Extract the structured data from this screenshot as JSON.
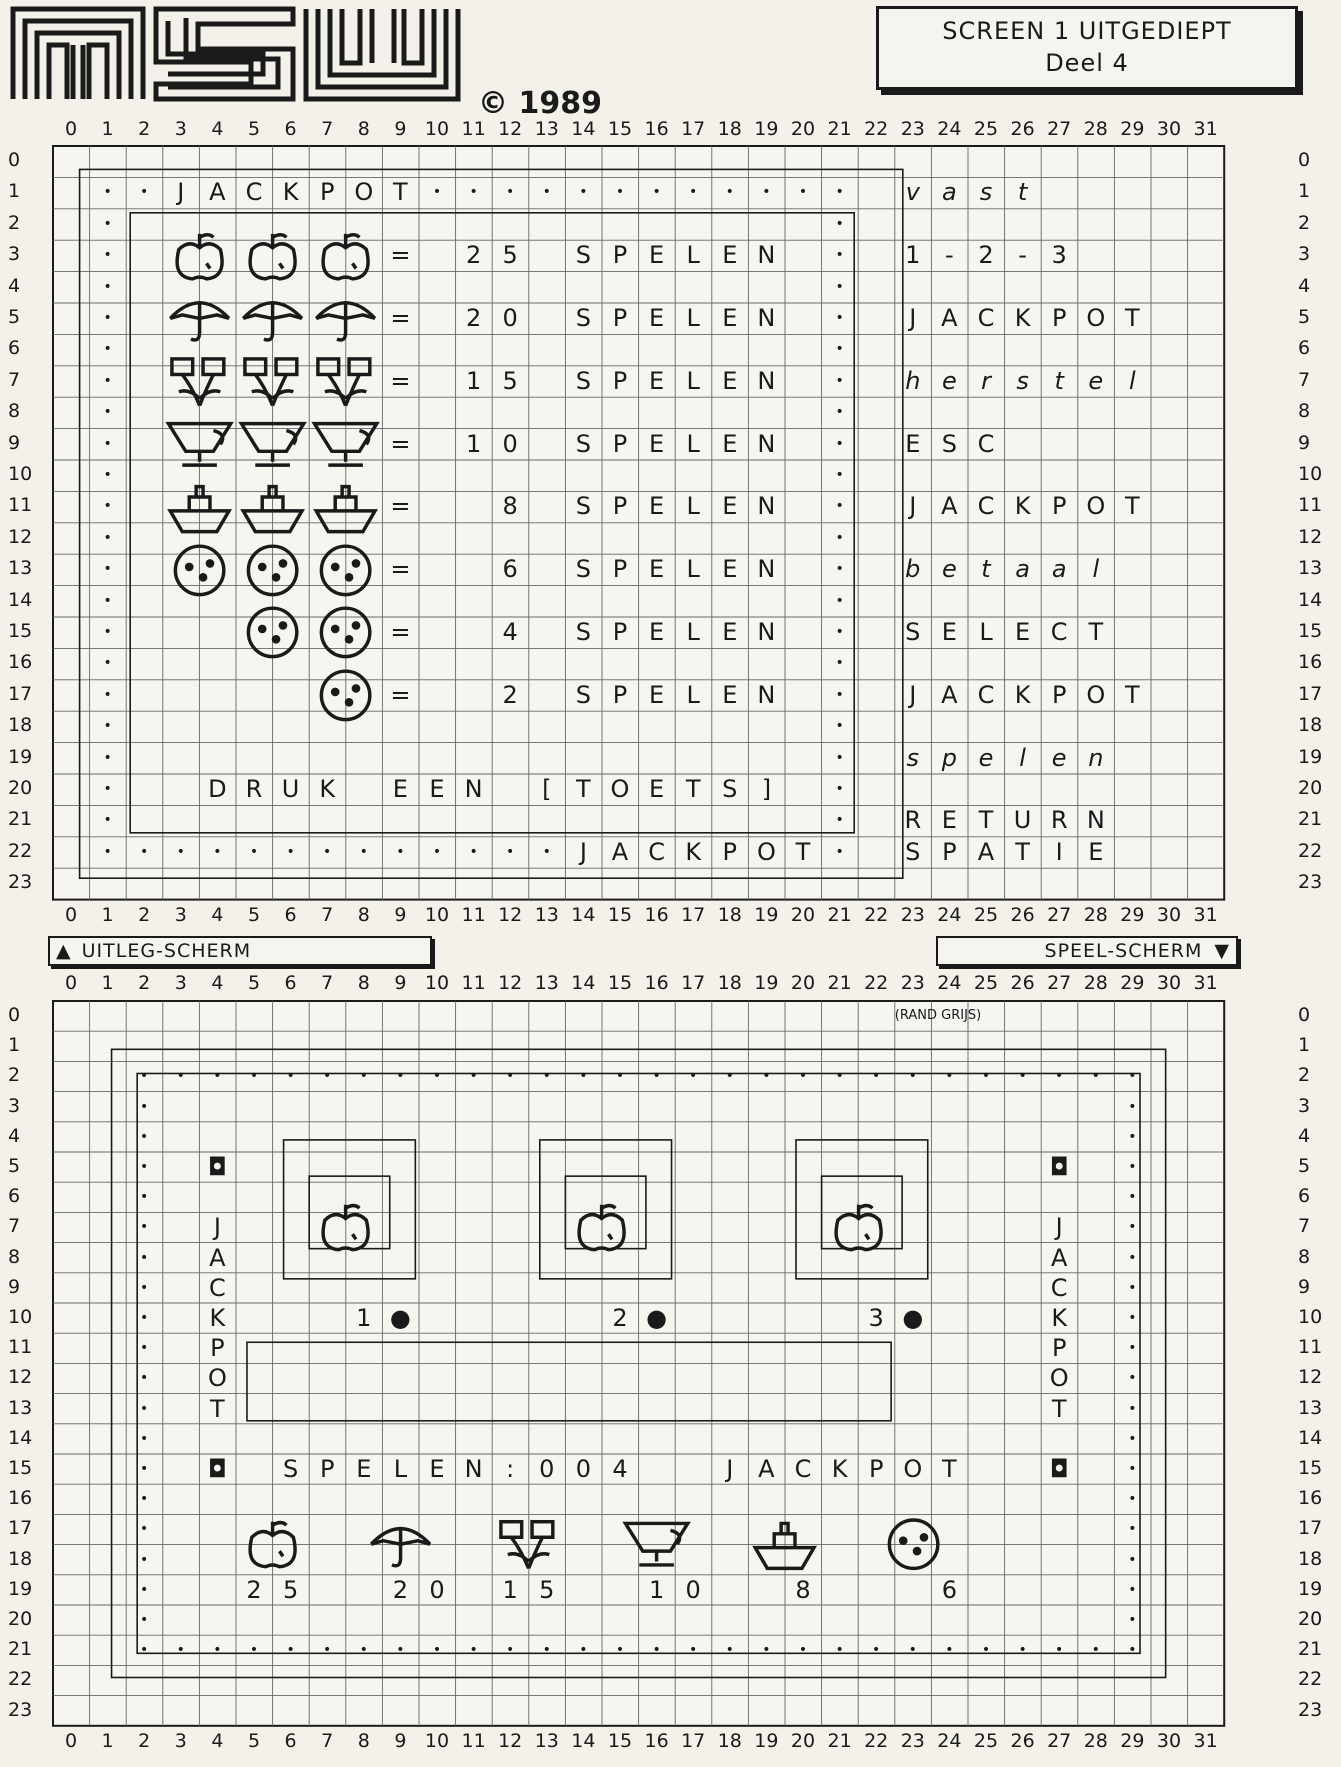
{
  "logo_text": "MSW",
  "copyright": "© 1989",
  "title_box": {
    "line1": "SCREEN 1 UITGEDIEPT",
    "line2": "Deel 4"
  },
  "grid_numbers": {
    "columns": [
      "0",
      "1",
      "2",
      "3",
      "4",
      "5",
      "6",
      "7",
      "8",
      "9",
      "10",
      "11",
      "12",
      "13",
      "14",
      "15",
      "16",
      "17",
      "18",
      "19",
      "20",
      "21",
      "22",
      "23",
      "24",
      "25",
      "26",
      "27",
      "28",
      "29",
      "30",
      "31"
    ],
    "rows": [
      "0",
      "1",
      "2",
      "3",
      "4",
      "5",
      "6",
      "7",
      "8",
      "9",
      "10",
      "11",
      "12",
      "13",
      "14",
      "15",
      "16",
      "17",
      "18",
      "19",
      "20",
      "21",
      "22",
      "23"
    ]
  },
  "top_screen": {
    "header": "JACKPOT",
    "payouts": [
      {
        "symbol": "apple-icon",
        "count": 3,
        "eq": "=",
        "value": "25",
        "word": "SPELEN"
      },
      {
        "symbol": "umbrella-icon",
        "count": 3,
        "eq": "=",
        "value": "20",
        "word": "SPELEN"
      },
      {
        "symbol": "flower-icon",
        "count": 3,
        "eq": "=",
        "value": "15",
        "word": "SPELEN"
      },
      {
        "symbol": "cup-icon",
        "count": 3,
        "eq": "=",
        "value": "10",
        "word": "SPELEN"
      },
      {
        "symbol": "ship-icon",
        "count": 3,
        "eq": "=",
        "value": "8",
        "word": "SPELEN"
      },
      {
        "symbol": "ball-icon",
        "count": 3,
        "eq": "=",
        "value": "6",
        "word": "SPELEN"
      },
      {
        "symbol": "ball-icon",
        "count": 2,
        "eq": "=",
        "value": "4",
        "word": "SPELEN"
      },
      {
        "symbol": "ball-icon",
        "count": 1,
        "eq": "=",
        "value": "2",
        "word": "SPELEN"
      }
    ],
    "prompt": "DRUK EEN [TOETS]",
    "footer_word": "JACKPOT",
    "side_text": [
      {
        "row": 1,
        "text": "vast"
      },
      {
        "row": 3,
        "text": "1-2-3"
      },
      {
        "row": 5,
        "text": "JACKPOT"
      },
      {
        "row": 7,
        "text": "herstel"
      },
      {
        "row": 9,
        "text": "ESC"
      },
      {
        "row": 11,
        "text": "JACKPOT"
      },
      {
        "row": 13,
        "text": "betaal"
      },
      {
        "row": 15,
        "text": "SELECT"
      },
      {
        "row": 17,
        "text": "JACKPOT"
      },
      {
        "row": 19,
        "text": "spelen"
      },
      {
        "row": 21,
        "text": "RETURN"
      },
      {
        "row": 22,
        "text": "SPATIE"
      }
    ]
  },
  "labels": {
    "left": "UITLEG-SCHERM",
    "right": "SPEEL-SCHERM"
  },
  "bottom_screen": {
    "border_note": "(RAND GRIJS)",
    "reels": [
      "1",
      "2",
      "3"
    ],
    "vertical_word": "JACKPOT",
    "counter_label": "SPELEN:",
    "counter_value": "004",
    "jackpot_label": "JACKPOT",
    "symbol_values": [
      {
        "symbol": "apple-icon",
        "value": "25"
      },
      {
        "symbol": "umbrella-icon",
        "value": "20"
      },
      {
        "symbol": "flower-icon",
        "value": "15"
      },
      {
        "symbol": "cup-icon",
        "value": "10"
      },
      {
        "symbol": "ship-icon",
        "value": "8"
      },
      {
        "symbol": "ball-icon",
        "value": "6"
      }
    ]
  },
  "colors": {
    "ink": "#1a1a1a",
    "paper": "#f3f1ea",
    "grid": "#555555"
  }
}
